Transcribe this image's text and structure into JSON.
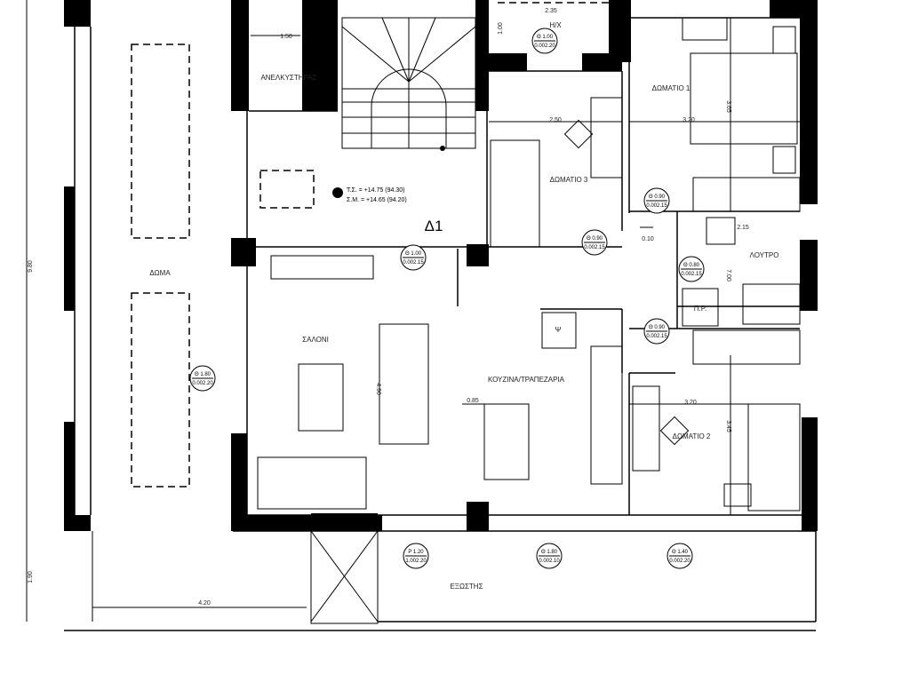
{
  "rooms": {
    "roof": "ΔΩΜΑ",
    "elevator": "ΑΝΕΛΚΥΣΤΗΡΑΣ",
    "living": "ΣΑΛΟΝΙ",
    "kitchen": "ΚΟΥΖΙΝΑ/ΤΡΑΠΕΖΑΡΙΑ",
    "bedroom1": "ΔΩΜΑΤΙΟ 1",
    "bedroom2": "ΔΩΜΑΤΙΟ 2",
    "bedroom3": "ΔΩΜΑΤΙΟ 3",
    "bathroom": "ΛΟΥΤΡΟ",
    "laundry": "Π.Ρ.",
    "mech": "Η/Χ",
    "balcony": "ΕΞΩΣΤΗΣ",
    "shaft": "Ψ",
    "unit": "Δ1"
  },
  "levels": {
    "finish": "Τ.Σ. = +14.75 (94.30)",
    "structure": "Σ.Μ. = +14.65 (94.20)"
  },
  "dimensions": {
    "mech_w": "2.35",
    "mech_h": "1.00",
    "elev_w": "1.50",
    "b3_w": "2.50",
    "b1_w": "3.20",
    "b1_h": "3.65",
    "wall": "0.10",
    "bath_w": "2.15",
    "total_h": "7.00",
    "overall_h": "9.80",
    "living_h": "4.90",
    "table": "0.85",
    "b2_w": "3.20",
    "b2_h": "3.45",
    "balcony_h": "1.90",
    "roof_w": "4.20"
  },
  "openings": [
    {
      "type": "Θ",
      "w": "1.00",
      "sill": "0.00",
      "h": "2.20"
    },
    {
      "type": "Θ",
      "w": "1.00",
      "sill": "0.00",
      "h": "2.15"
    },
    {
      "type": "Θ",
      "w": "0.90",
      "sill": "0.00",
      "h": "2.15"
    },
    {
      "type": "Θ",
      "w": "0.90",
      "sill": "0.00",
      "h": "2.15"
    },
    {
      "type": "Θ",
      "w": "0.80",
      "sill": "0.00",
      "h": "2.15"
    },
    {
      "type": "Θ",
      "w": "0.90",
      "sill": "0.00",
      "h": "2.15"
    },
    {
      "type": "Θ",
      "w": "1.80",
      "sill": "0.00",
      "h": "2.20"
    },
    {
      "type": "P",
      "w": "1.20",
      "sill": "1.00",
      "h": "2.20"
    },
    {
      "type": "Θ",
      "w": "1.80",
      "sill": "0.00",
      "h": "2.10"
    },
    {
      "type": "Θ",
      "w": "1.40",
      "sill": "0.00",
      "h": "2.20"
    }
  ]
}
